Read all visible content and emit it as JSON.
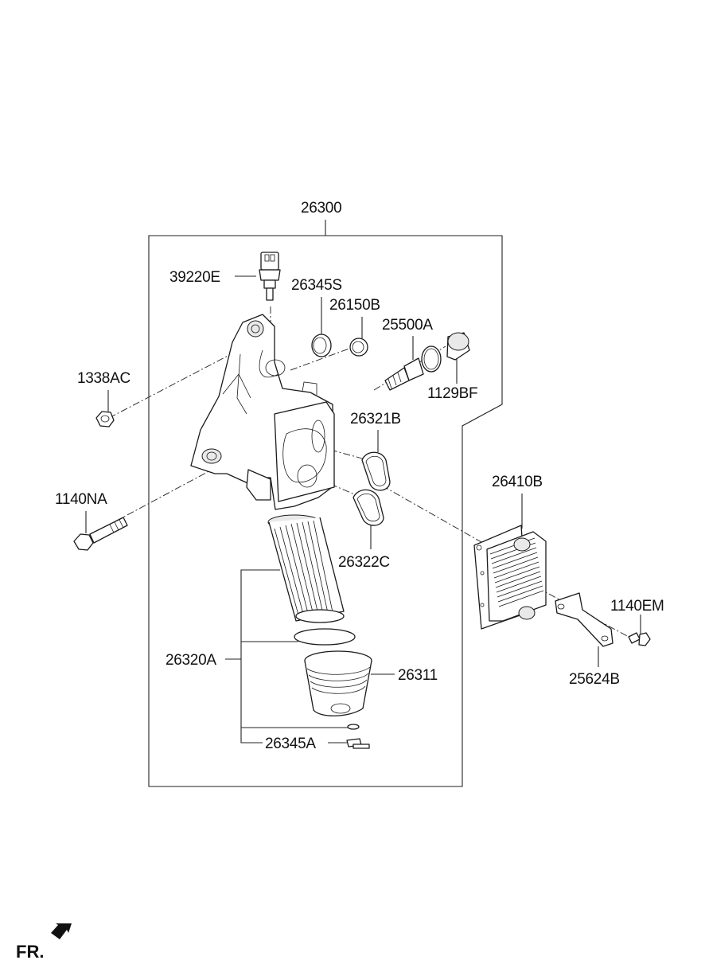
{
  "labels": {
    "assembly": "26300",
    "sensor": "39220E",
    "seal_s": "26345S",
    "ring_b": "26150B",
    "valve": "25500A",
    "plug": "1129BF",
    "nut": "1338AC",
    "gasket_b": "26321B",
    "bolt_na": "1140NA",
    "gasket_c": "26322C",
    "cooler": "26410B",
    "bolt_em": "1140EM",
    "element": "26320A",
    "cap": "26311",
    "drain": "26345A",
    "bracket": "25624B"
  },
  "front_marker": "FR."
}
